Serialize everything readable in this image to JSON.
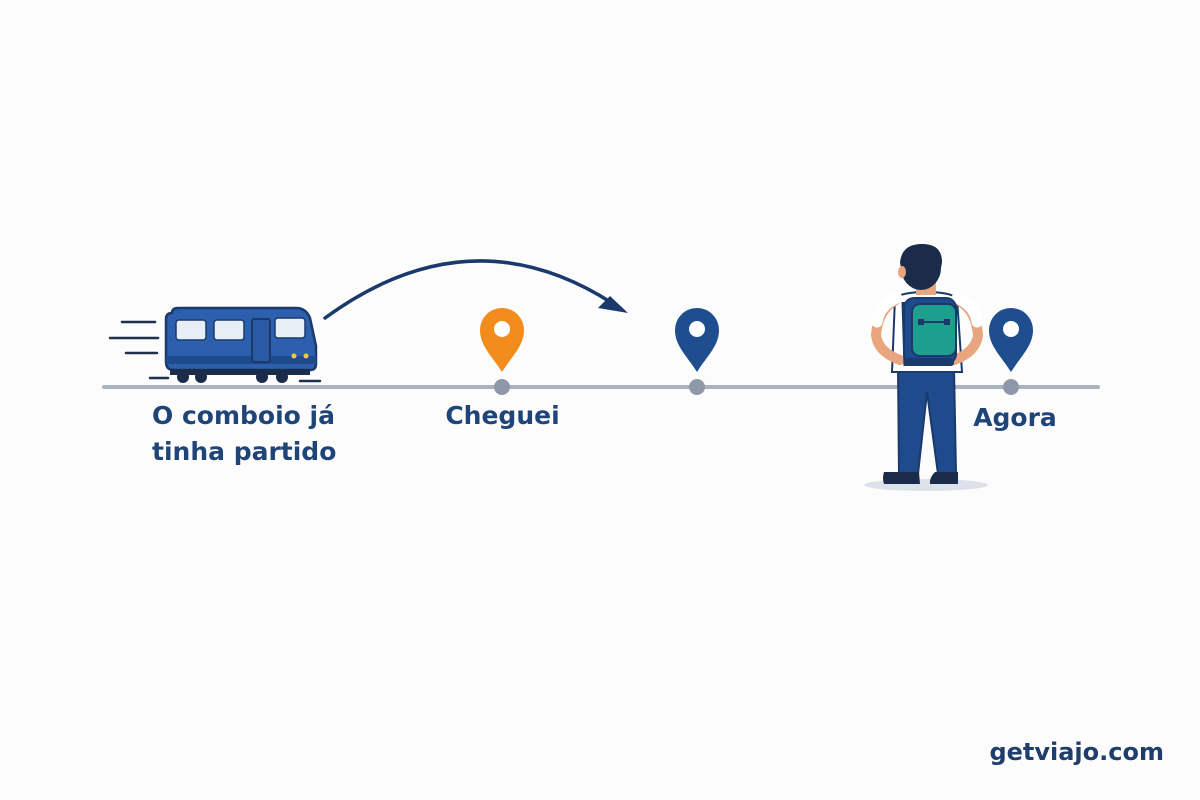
{
  "timeline": {
    "events": [
      {
        "lines": [
          "O comboio já",
          "tinha partido"
        ]
      },
      {
        "lines": [
          "Cheguei"
        ]
      },
      {
        "lines": []
      },
      {
        "lines": [
          "Agora"
        ]
      }
    ]
  },
  "watermark": "getviajo.com",
  "colors": {
    "primary_blue": "#1f4e8f",
    "text_blue": "#1f4478",
    "orange": "#f28c1c",
    "timeline_gray": "#a9b2bf",
    "backpack_teal": "#1e9e8c"
  },
  "icons": [
    "train-icon",
    "curved-arrow-icon",
    "location-pin-icon",
    "traveler-icon"
  ]
}
